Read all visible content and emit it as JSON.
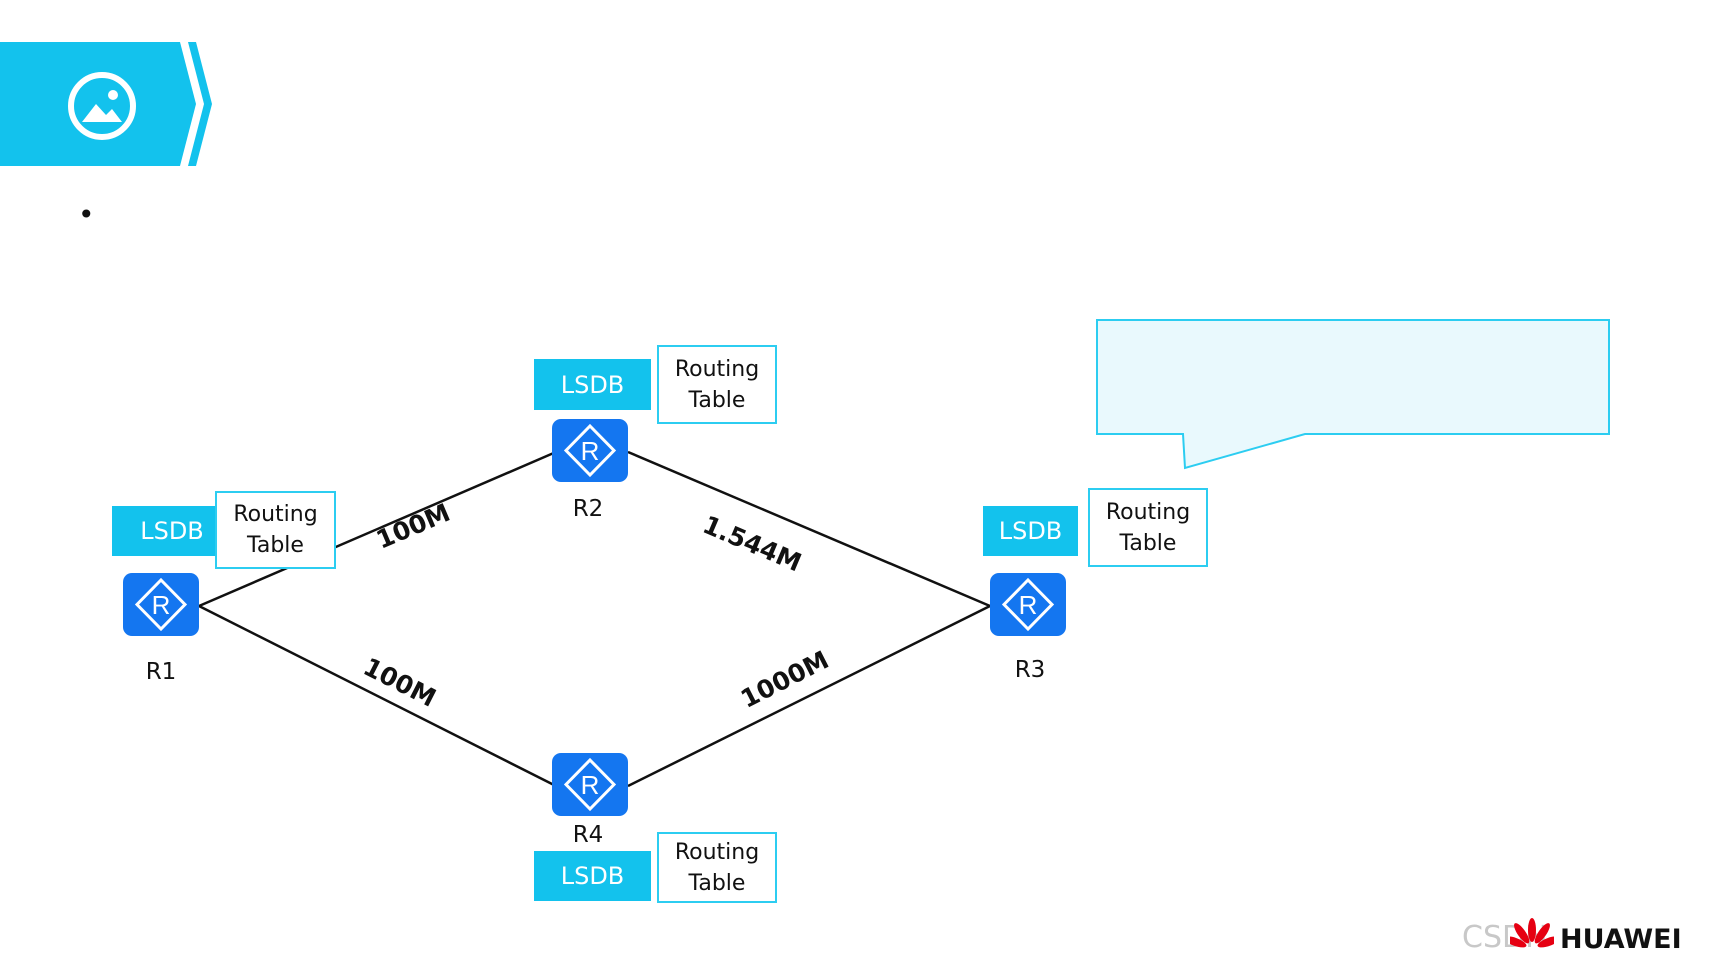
{
  "header": {
    "title": "",
    "icon": "image-icon",
    "accent_color": "#13c2ed"
  },
  "bullet": {
    "text": ""
  },
  "callout": {
    "text": ""
  },
  "diagram": {
    "routers": [
      {
        "id": "R1",
        "label": "R1",
        "lsdb_label": "LSDB",
        "rt_line1": "Routing",
        "rt_line2": "Table"
      },
      {
        "id": "R2",
        "label": "R2",
        "lsdb_label": "LSDB",
        "rt_line1": "Routing",
        "rt_line2": "Table"
      },
      {
        "id": "R3",
        "label": "R3",
        "lsdb_label": "LSDB",
        "rt_line1": "Routing",
        "rt_line2": "Table"
      },
      {
        "id": "R4",
        "label": "R4",
        "lsdb_label": "LSDB",
        "rt_line1": "Routing",
        "rt_line2": "Table"
      }
    ],
    "links": [
      {
        "from": "R1",
        "to": "R2",
        "label": "100M"
      },
      {
        "from": "R2",
        "to": "R3",
        "label": "1.544M"
      },
      {
        "from": "R1",
        "to": "R4",
        "label": "100M"
      },
      {
        "from": "R4",
        "to": "R3",
        "label": "1000M"
      }
    ],
    "router_glyph": "R",
    "router_color": "#1476f0"
  },
  "footer": {
    "page": "",
    "copyright": "",
    "brand": "HUAWEI",
    "watermark": "CSDN"
  }
}
